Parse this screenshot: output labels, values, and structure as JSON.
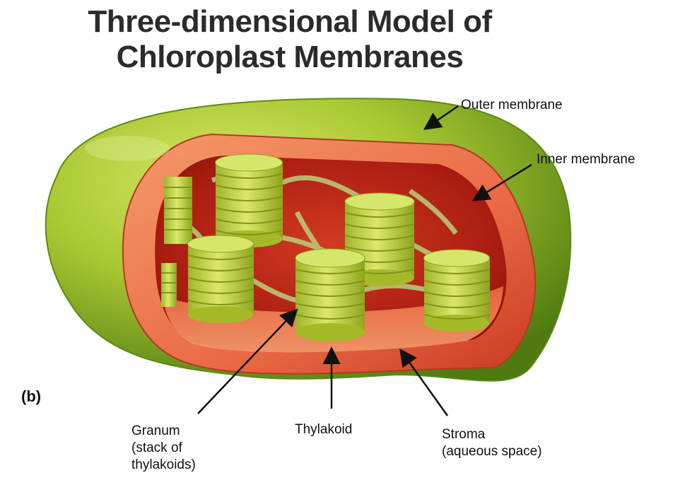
{
  "title": {
    "line1": "Three-dimensional Model of",
    "line2": "Chloroplast Membranes"
  },
  "panel_label": "(b)",
  "labels": {
    "outer_membrane": "Outer membrane",
    "inner_membrane": "Inner membrane",
    "granum": [
      "Granum",
      "(stack of",
      "thylakoids)"
    ],
    "thylakoid": "Thylakoid",
    "stroma": [
      "Stroma",
      "(aqueous space)"
    ]
  },
  "colors": {
    "outer_green": "#a9c832",
    "outer_dark": "#5b8a12",
    "inner_red": "#e8553a",
    "stroma_dark": "#a01a10",
    "thylakoid": "#c7d84a"
  }
}
